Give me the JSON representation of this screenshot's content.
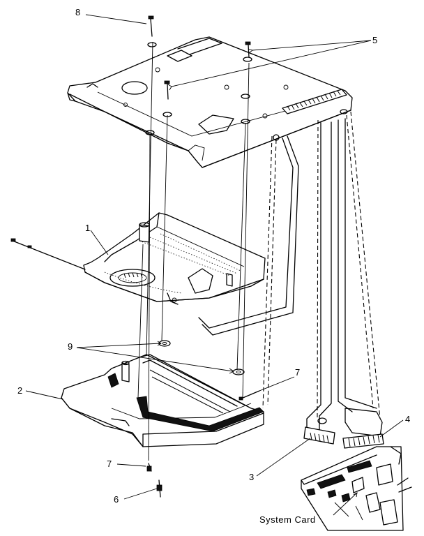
{
  "callouts": {
    "c1": "1",
    "c2": "2",
    "c3": "3",
    "c4": "4",
    "c5": "5",
    "c6": "6",
    "c7a": "7",
    "c7b": "7",
    "c8": "8",
    "c9": "9"
  },
  "caption": "System Card"
}
